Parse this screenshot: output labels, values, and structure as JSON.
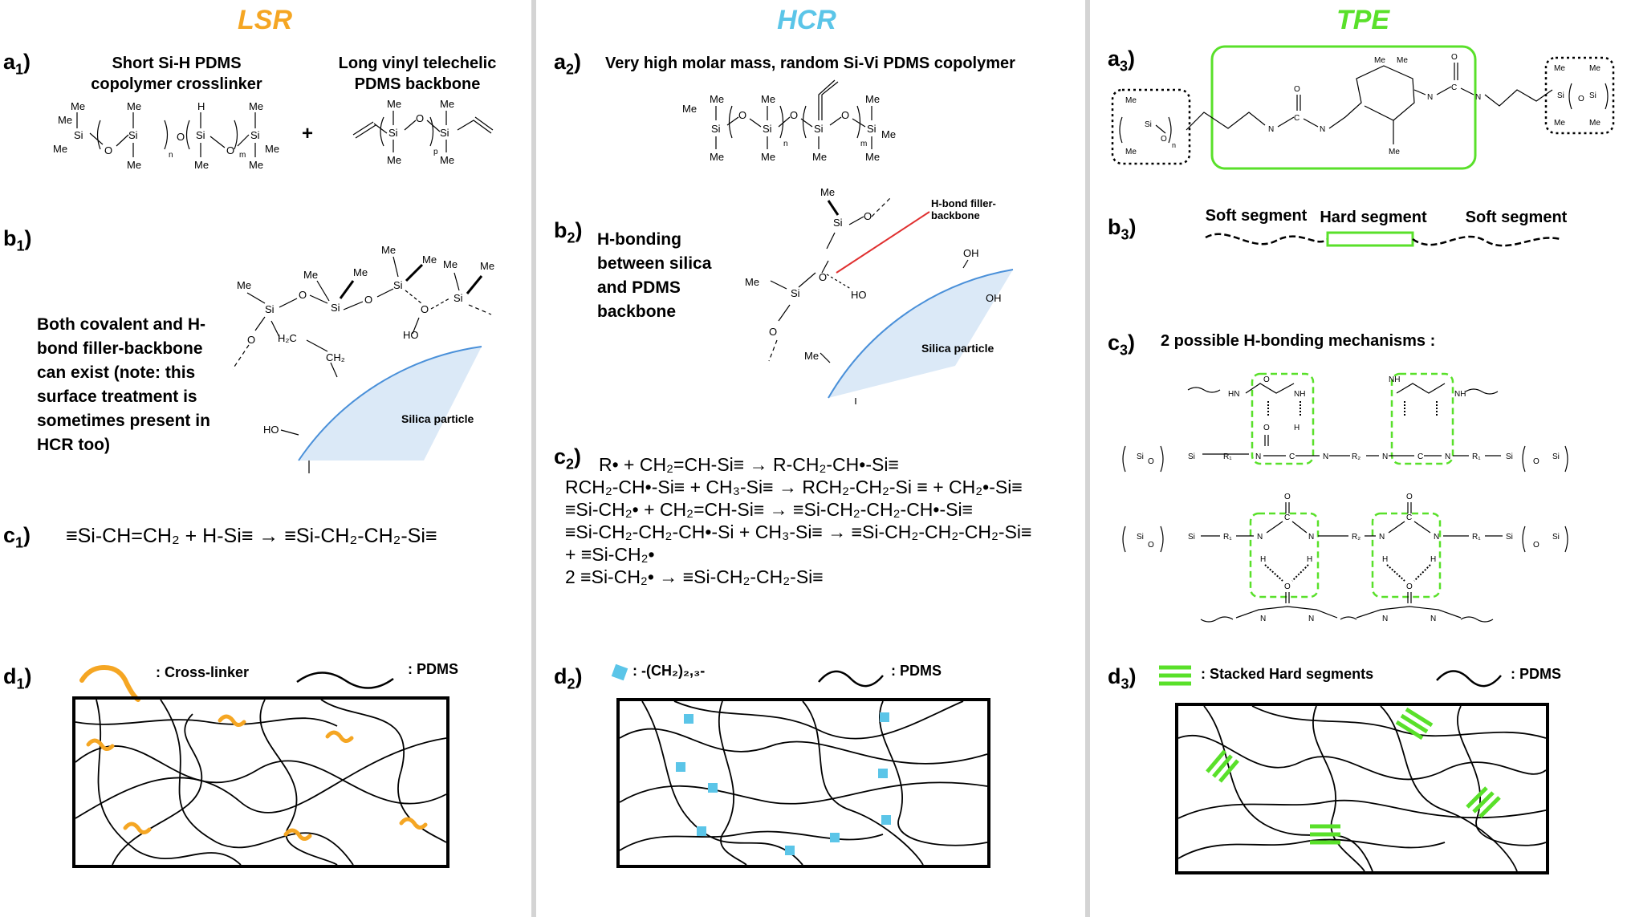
{
  "colors": {
    "lsr": "#f5a623",
    "hcr": "#5bc5e8",
    "tpe": "#59e02a",
    "divider": "#d4d4d4",
    "silica": "#dbe9f7"
  },
  "headers": {
    "lsr": "LSR",
    "hcr": "HCR",
    "tpe": "TPE"
  },
  "lsr": {
    "a_label": "a",
    "a_sub": "1",
    "crosslinker": "Short Si-H PDMS copolymer crosslinker",
    "backbone": "Long vinyl telechelic PDMS backbone",
    "plus": "+",
    "b_label": "b",
    "b_sub": "1",
    "b_text": "Both covalent and H-bond filler-backbone can exist (note: this surface treatment is sometimes present in HCR too)",
    "silica": "Silica particle",
    "c_label": "c",
    "c_sub": "1",
    "c_eq": "≡Si-CH=CH₂ + H-Si≡  →  ≡Si-CH₂-CH₂-Si≡",
    "d_label": "d",
    "d_sub": "1",
    "legend_crosslinker": ": Cross-linker",
    "legend_pdms": ": PDMS"
  },
  "hcr": {
    "a_label": "a",
    "a_sub": "2",
    "a_text": "Very high molar mass, random Si-Vi PDMS copolymer",
    "b_label": "b",
    "b_sub": "2",
    "b_text": "H-bonding between silica and PDMS backbone",
    "hbond_label": "H-bond filler-backbone",
    "silica": "Silica particle",
    "c_label": "c",
    "c_sub": "2",
    "reactions": [
      "R• + CH₂=CH-Si≡ → R-CH₂-CH•-Si≡",
      "RCH₂-CH•-Si≡ + CH₃-Si≡ → RCH₂-CH₂-Si ≡ + CH₂•-Si≡",
      "≡Si-CH₂• + CH₂=CH-Si≡ → ≡Si-CH₂-CH₂-CH•-Si≡",
      "≡Si-CH₂-CH₂-CH•-Si + CH₃-Si≡ → ≡Si-CH₂-CH₂-CH₂-Si≡",
      "+ ≡Si-CH₂•",
      "2 ≡Si-CH₂• → ≡Si-CH₂-CH₂-Si≡"
    ],
    "d_label": "d",
    "d_sub": "2",
    "legend_link": ": -(CH₂)₂,₃-",
    "legend_pdms": ": PDMS"
  },
  "tpe": {
    "a_label": "a",
    "a_sub": "3",
    "b_label": "b",
    "b_sub": "3",
    "soft1": "Soft segment",
    "hard": "Hard segment",
    "soft2": "Soft segment",
    "c_label": "c",
    "c_sub": "3",
    "c_text": "2 possible H-bonding mechanisms :",
    "d_label": "d",
    "d_sub": "3",
    "legend_hard": ": Stacked Hard segments",
    "legend_pdms": ": PDMS"
  }
}
